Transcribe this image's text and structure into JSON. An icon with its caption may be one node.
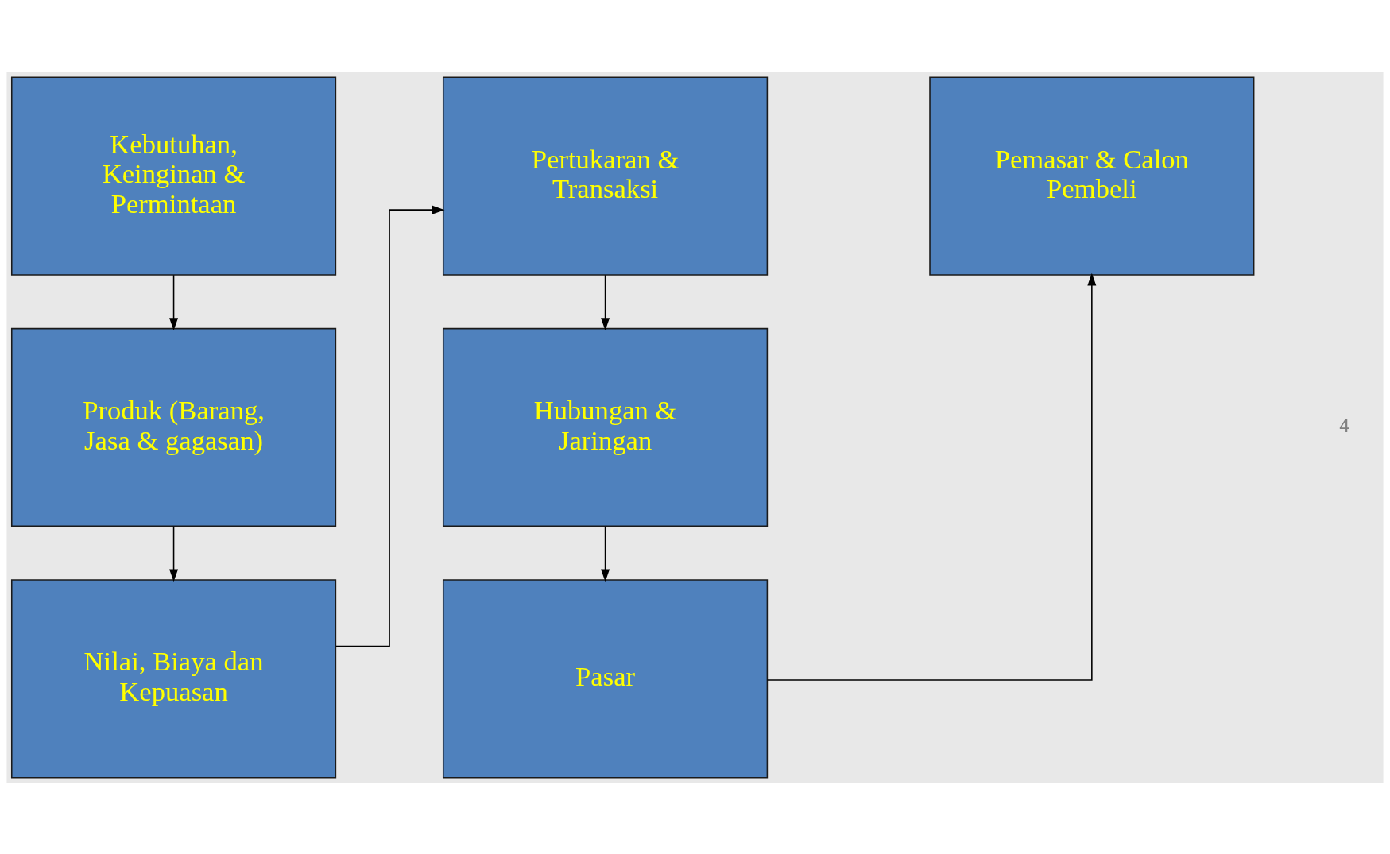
{
  "diagram": {
    "nodes": [
      {
        "text": [
          "Kebutuhan, Keinginan & Permintaan"
        ]
      },
      {
        "text": [
          "Produk (Barang, Jasa & gagasan)"
        ]
      },
      {
        "text": [
          "Nilai, Biaya dan Kepuasan"
        ]
      },
      {
        "text": [
          "Pertukaran & Transaksi"
        ]
      },
      {
        "text": [
          "Hubungan & Jaringan"
        ]
      },
      {
        "text": [
          "Pasar"
        ]
      },
      {
        "text": [
          "Pemasar & Calon Pembeli"
        ]
      }
    ],
    "edges": [
      {
        "from": 0,
        "to": 1,
        "arrow": "to"
      },
      {
        "from": 1,
        "to": 2,
        "arrow": "to"
      },
      {
        "from": 2,
        "to": 3,
        "arrow": "to"
      },
      {
        "from": 3,
        "to": 4,
        "arrow": "to"
      },
      {
        "from": 4,
        "to": 5,
        "arrow": "to"
      },
      {
        "from": 5,
        "to": 6,
        "arrow": "to"
      }
    ],
    "labels": [
      "4"
    ]
  }
}
